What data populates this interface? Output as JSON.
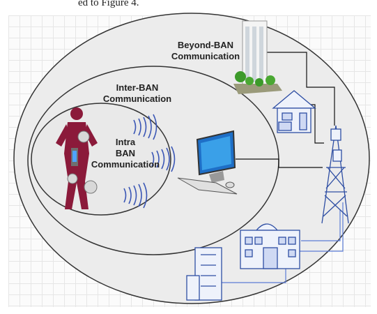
{
  "caption": "ed to Figure 4.",
  "labels": {
    "beyond_line1": "Beyond-BAN",
    "beyond_line2": "Communication",
    "inter_line1": "Inter-BAN",
    "inter_line2": "Communication",
    "intra_line1": "Intra",
    "intra_line2": "BAN",
    "intra_line3": "Communication"
  },
  "colors": {
    "ellipse_fill": "#ececec",
    "ellipse_stroke": "#333333",
    "body_color": "#8b1a3a",
    "icon_blue": "#2e4ea3",
    "wave_blue": "#3a56b5",
    "monitor_screen": "#1e6fc7"
  },
  "icons": [
    "building-icon",
    "house-icon",
    "tower-icon",
    "hospital-icon",
    "office-building-icon",
    "computer-icon",
    "human-body-icon",
    "wireless-wave-icon"
  ]
}
